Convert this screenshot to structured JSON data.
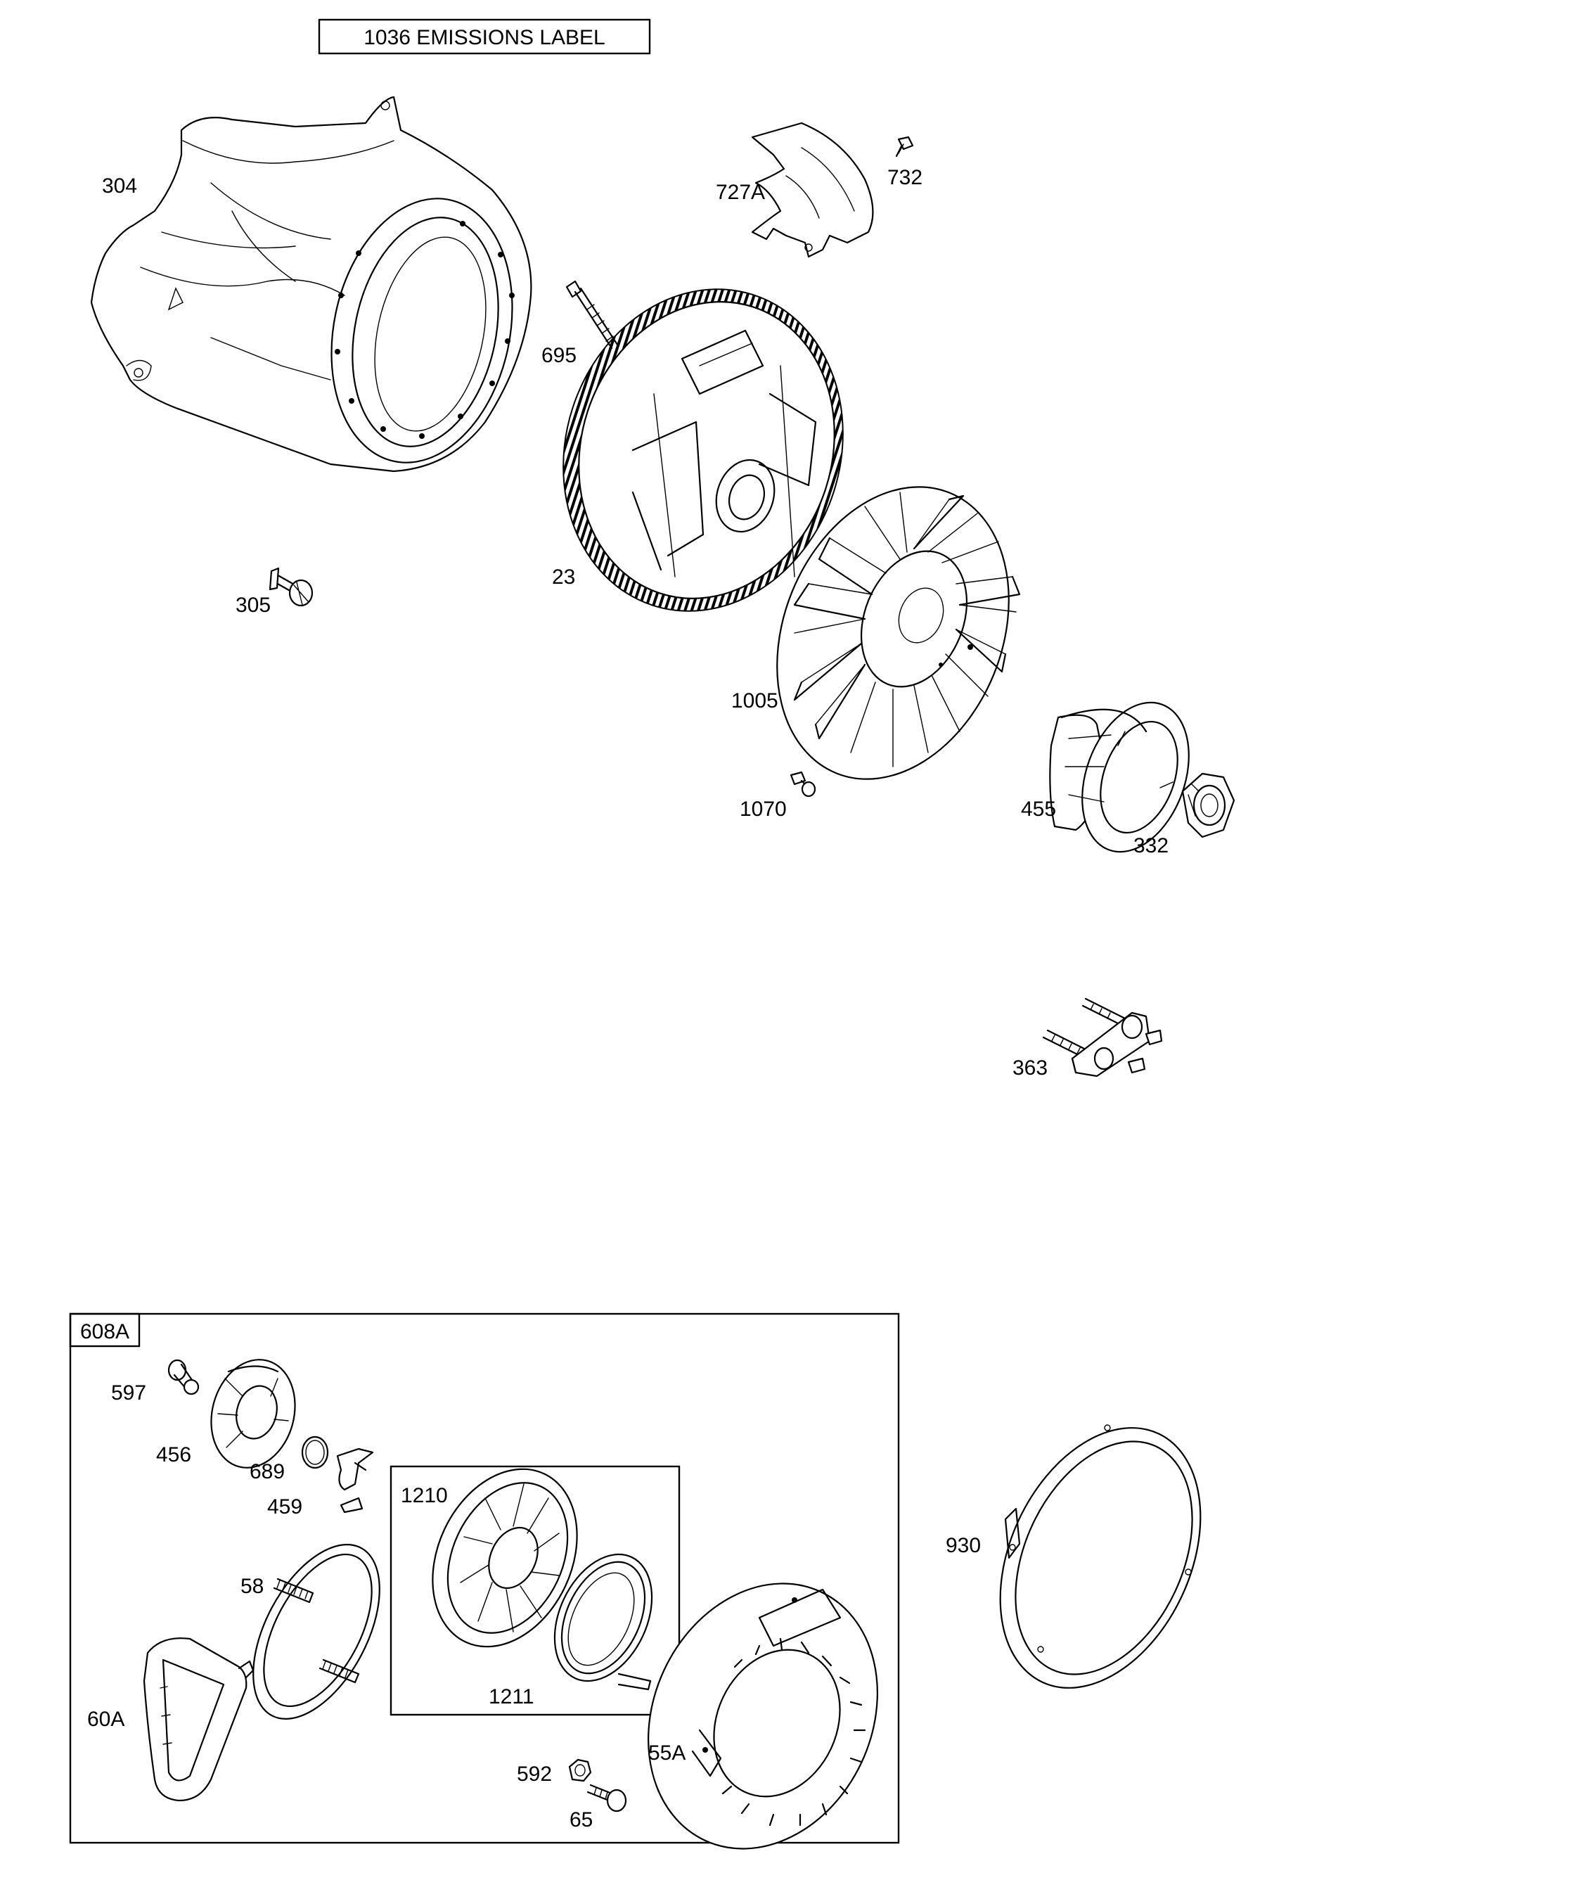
{
  "header_label": "1036 EMISSIONS LABEL",
  "kit_label": "608A",
  "parts": {
    "p304": "304",
    "p727A": "727A",
    "p732": "732",
    "p695": "695",
    "p23": "23",
    "p305": "305",
    "p1005": "1005",
    "p1070": "1070",
    "p455": "455",
    "p332": "332",
    "p363": "363",
    "p597": "597",
    "p456": "456",
    "p689": "689",
    "p459": "459",
    "p1210": "1210",
    "p58": "58",
    "p60A": "60A",
    "p1211": "1211",
    "p592": "592",
    "p55A": "55A",
    "p65": "65",
    "p930": "930"
  }
}
